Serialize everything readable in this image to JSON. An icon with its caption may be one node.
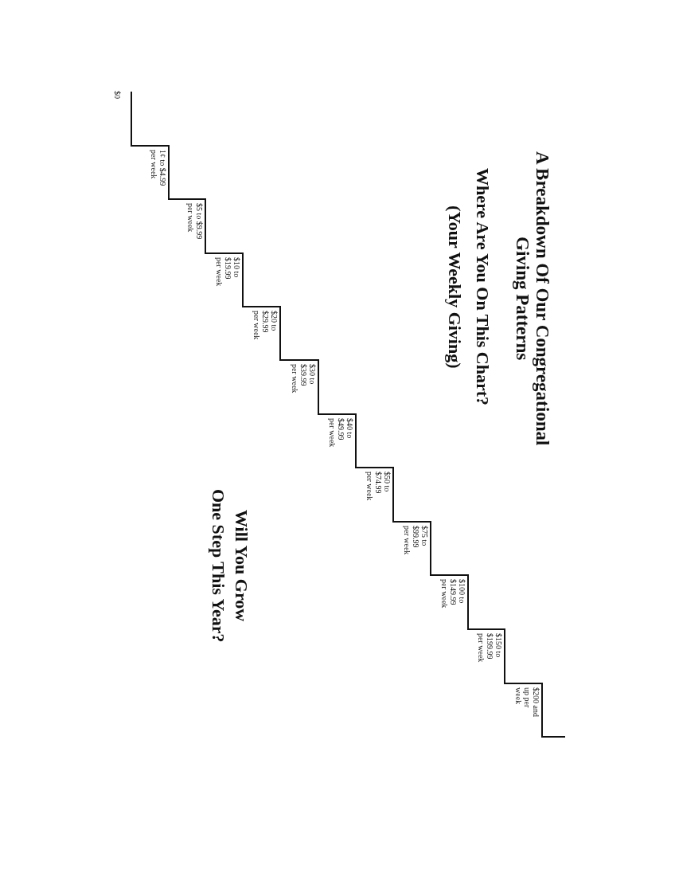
{
  "diagram": {
    "title": "A Breakdown Of Our Congregational Giving Patterns",
    "labels": [
      "Where Are You On This Chart?",
      "(Your Weekly Giving)",
      "$0",
      "1¢ to $4.99 per week",
      "$5 to $9.99 per week",
      "$10 to $19.99 per week",
      "$20 to $29.99 per week",
      "$30 to $39.99 per week",
      "$40 to $49.99 per week",
      "$50 to $74.99 per week",
      "$75 to $99.99 per week",
      "$100 to $149.99 per week",
      "$150 to $199.99 per week",
      "$200 and up per week",
      "Will You Grow",
      "One Step This Year?"
    ]
  }
}
